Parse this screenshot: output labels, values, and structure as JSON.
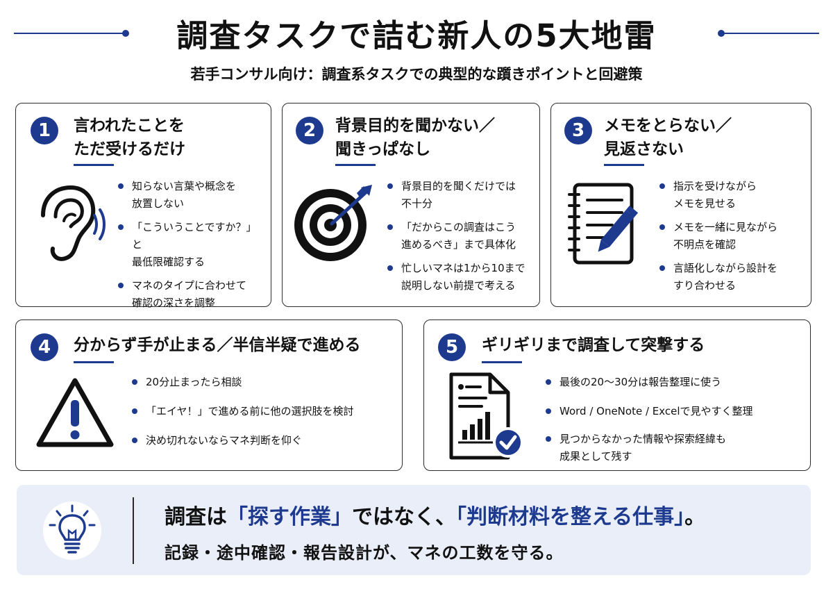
{
  "header": {
    "title": "調査タスクで詰む新人の5大地雷",
    "subtitle": "若手コンサル向け：調査系タスクでの典型的な躓きポイントと回避策"
  },
  "colors": {
    "accent": "#1d3a8f",
    "summary_bg": "#e9eef8",
    "border": "#2b2b2b"
  },
  "cards": [
    {
      "number": "1",
      "heading": "言われたことを\nただ受けるだけ",
      "icon": "ear-icon",
      "bullets": [
        "知らない言葉や概念を\n放置しない",
        "「こういうことですか？」と\n最低限確認する",
        "マネのタイプに合わせて\n確認の深さを調整"
      ]
    },
    {
      "number": "2",
      "heading": "背景目的を聞かない／\n聞きっぱなし",
      "icon": "target-icon",
      "bullets": [
        "背景目的を聞くだけでは\n不十分",
        "「だからこの調査はこう\n進めるべき」まで具体化",
        "忙しいマネは1から10まで\n説明しない前提で考える"
      ]
    },
    {
      "number": "3",
      "heading": "メモをとらない／\n見返さない",
      "icon": "notebook-pen-icon",
      "bullets": [
        "指示を受けながら\nメモを見せる",
        "メモを一緒に見ながら\n不明点を確認",
        "言語化しながら設計を\nすり合わせる"
      ]
    },
    {
      "number": "4",
      "heading": "分からず手が止まる／半信半疑で進める",
      "icon": "warning-icon",
      "bullets": [
        "20分止まったら相談",
        "「エイヤ！」で進める前に他の選択肢を検討",
        "決め切れないならマネ判断を仰ぐ"
      ]
    },
    {
      "number": "5",
      "heading": "ギリギリまで調査して突撃する",
      "icon": "report-check-icon",
      "bullets": [
        "最後の20〜30分は報告整理に使う",
        "Word / OneNote / Excelで見やすく整理",
        "見つからなかった情報や探索経緯も\n成果として残す"
      ]
    }
  ],
  "summary": {
    "icon": "lightbulb-icon",
    "line1_a": "調査は",
    "line1_b": "「探す作業」",
    "line1_c": "ではなく、",
    "line1_d": "「判断材料を整える仕事」",
    "line1_e": "。",
    "line2": "記録・途中確認・報告設計が、マネの工数を守る。"
  }
}
